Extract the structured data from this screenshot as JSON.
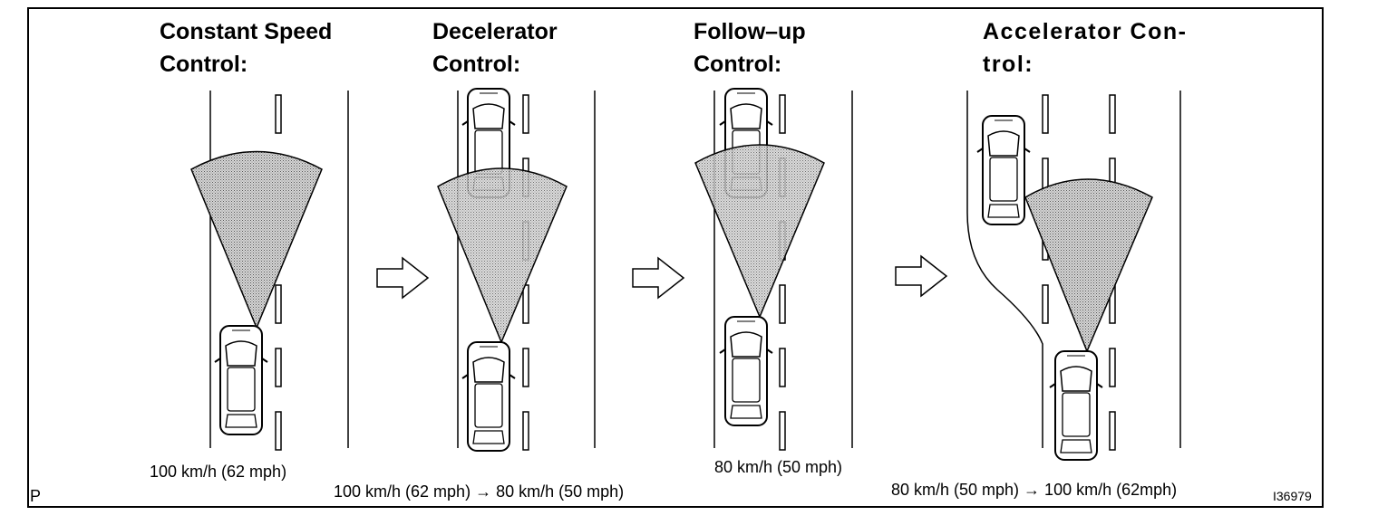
{
  "panels": [
    {
      "title": "Constant Speed\nControl:",
      "speed": "100 km/h (62 mph)"
    },
    {
      "title": "Decelerator\nControl:",
      "speed": "100 km/h (62 mph) → 80 km/h (50 mph)"
    },
    {
      "title": "Follow–up\nControl:",
      "speed": "80 km/h (50 mph)"
    },
    {
      "title": "Accelerator  Con-\ntrol:",
      "speed": "80 km/h (50 mph)  → 100 km/h (62mph)"
    }
  ],
  "corner_label": "P",
  "figure_code": "I36979"
}
